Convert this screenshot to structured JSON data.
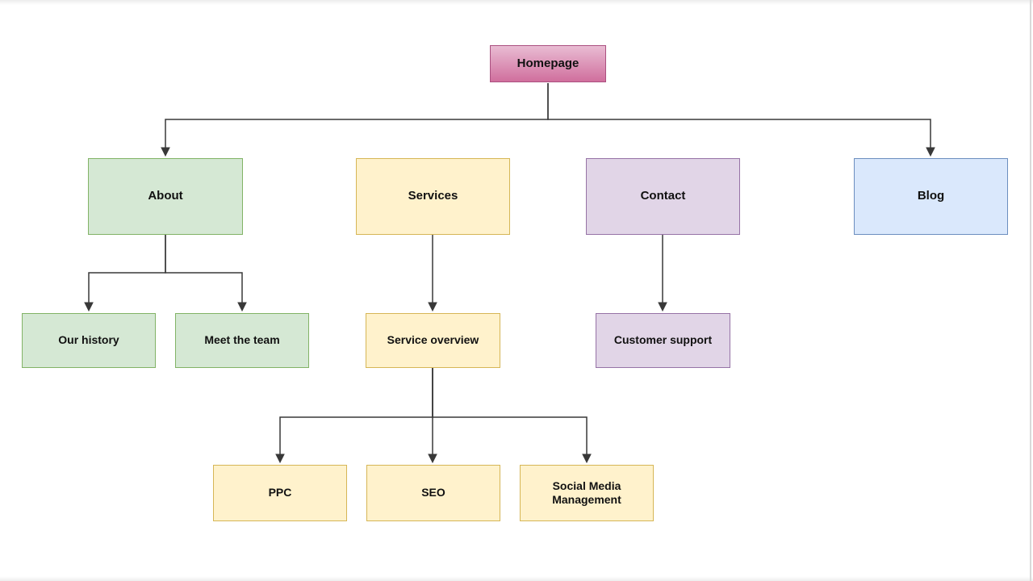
{
  "diagram": {
    "type": "sitemap-flowchart",
    "nodes": {
      "homepage": {
        "label": "Homepage",
        "color_key": "pink"
      },
      "about": {
        "label": "About",
        "color_key": "green"
      },
      "services": {
        "label": "Services",
        "color_key": "yellow"
      },
      "contact": {
        "label": "Contact",
        "color_key": "purple"
      },
      "blog": {
        "label": "Blog",
        "color_key": "blue"
      },
      "our_history": {
        "label": "Our history",
        "color_key": "green"
      },
      "meet_the_team": {
        "label": "Meet the team",
        "color_key": "green"
      },
      "service_overview": {
        "label": "Service overview",
        "color_key": "yellow"
      },
      "customer_support": {
        "label": "Customer support",
        "color_key": "purple"
      },
      "ppc": {
        "label": "PPC",
        "color_key": "yellow"
      },
      "seo": {
        "label": "SEO",
        "color_key": "yellow"
      },
      "social_media_management": {
        "label": "Social Media Management",
        "color_key": "yellow"
      }
    },
    "edges": [
      {
        "from": "homepage",
        "to": "about"
      },
      {
        "from": "homepage",
        "to": "blog"
      },
      {
        "from": "about",
        "to": "our_history"
      },
      {
        "from": "about",
        "to": "meet_the_team"
      },
      {
        "from": "services",
        "to": "service_overview"
      },
      {
        "from": "contact",
        "to": "customer_support"
      },
      {
        "from": "service_overview",
        "to": "ppc"
      },
      {
        "from": "service_overview",
        "to": "seo"
      },
      {
        "from": "service_overview",
        "to": "social_media_management"
      }
    ]
  },
  "palette": {
    "pink_top": "#e9bcd3",
    "pink_bottom": "#d06f9d",
    "pink_border": "#ab5080",
    "green_fill": "#d5e8d4",
    "green_border": "#82b366",
    "yellow_fill": "#fff2cc",
    "yellow_border": "#d6b656",
    "purple_fill": "#e1d5e7",
    "purple_border": "#9673a6",
    "blue_fill": "#dae8fc",
    "blue_border": "#6c8ebf",
    "line_color": "#383838",
    "text_color": "#111111"
  }
}
